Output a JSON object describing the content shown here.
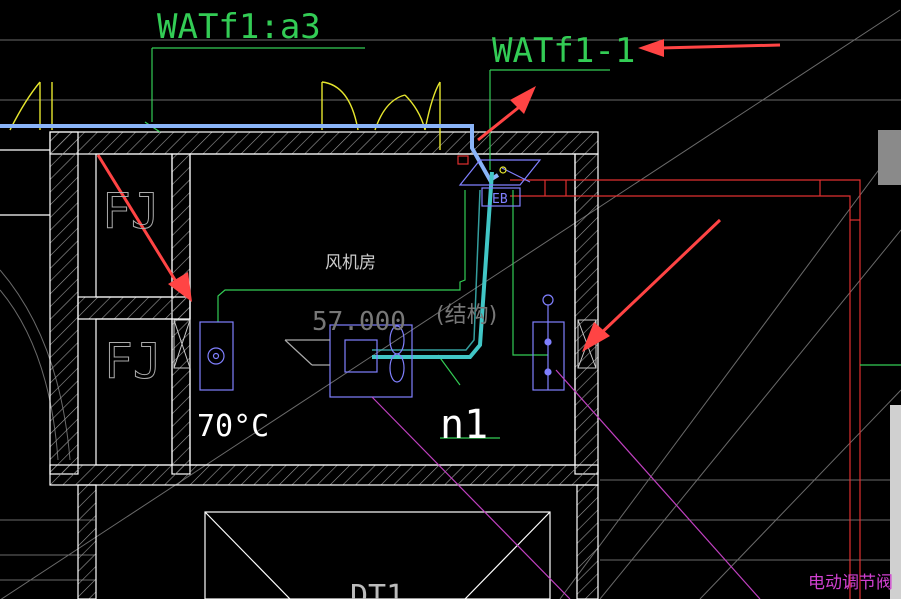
{
  "labels": {
    "tag_top_left": "WATf1:a3",
    "tag_top_right": "WATf1-1",
    "room_name": "风机房",
    "elevation": "57.000",
    "struct_note": "(结构)",
    "fj_upper": "FJ",
    "fj_lower": "FJ",
    "temp": "70°C",
    "eb_tag": "EB",
    "mark_n1": "n1",
    "dt1": "DT1",
    "damper_note": "电动调节阀"
  },
  "colors": {
    "background": "#000000",
    "wall": "#ffffff",
    "hatch": "#9a9a9a",
    "pipe_main": "#8ab4f8",
    "pipe_teal": "#41c6c6",
    "green": "#33cc55",
    "red": "#e03030",
    "magenta": "#c040c0",
    "yellow": "#e6e62e",
    "equipment": "#8080ff",
    "arrow": "#ff4444"
  }
}
